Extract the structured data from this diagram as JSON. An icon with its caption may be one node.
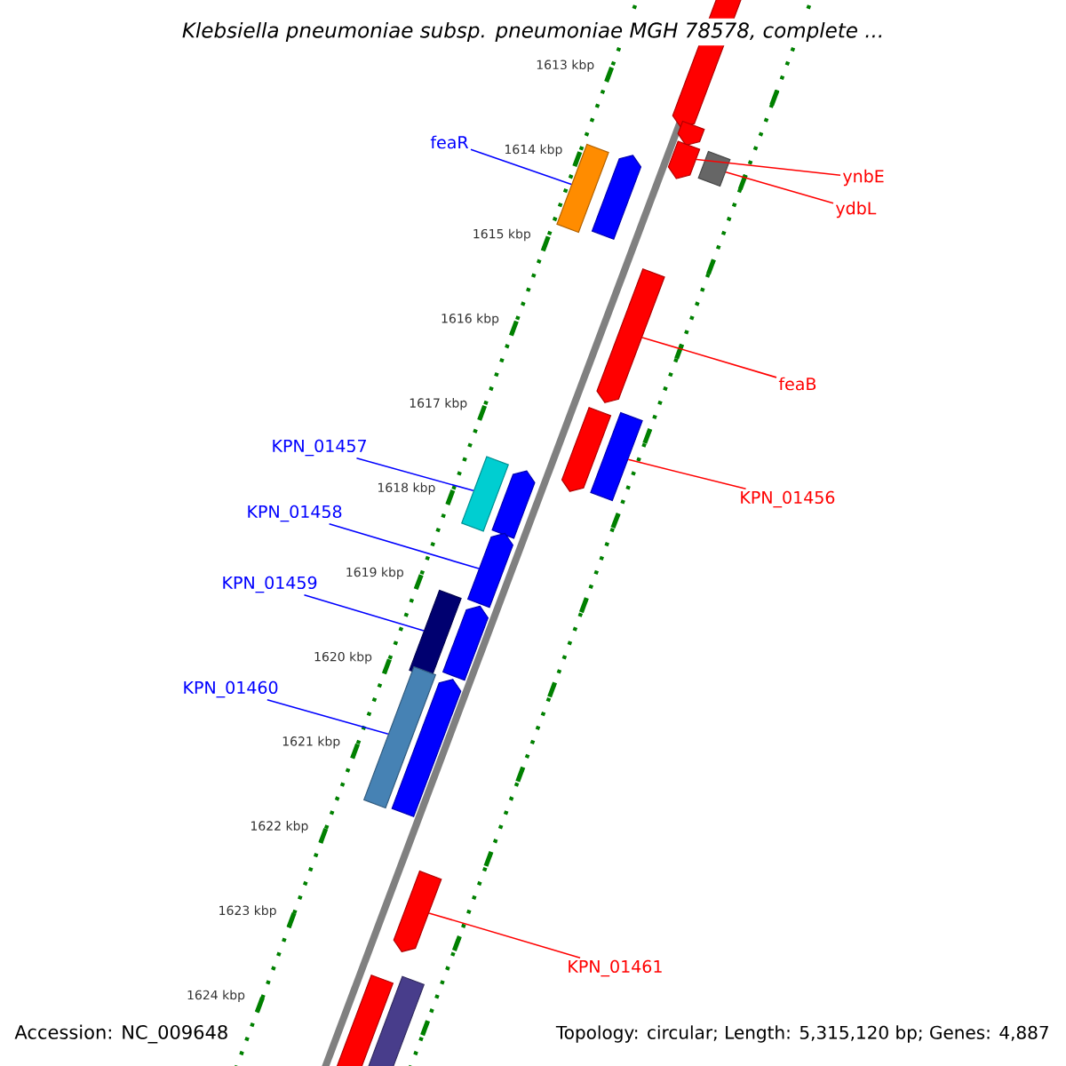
{
  "diagram": {
    "title": "Klebsiella pneumoniae subsp. pneumoniae MGH 78578, complete ...",
    "nodes": [
      {
        "text": [],
        "shape": "bar"
      },
      {
        "text": [],
        "shape": "bar"
      },
      {
        "text": [],
        "shape": "bar"
      },
      {
        "text": [
          "feaR"
        ]
      },
      {
        "text": [],
        "shape": "bar"
      },
      {
        "text": [],
        "shape": "bar"
      },
      {
        "text": [],
        "shape": "bar"
      },
      {
        "text": [
          "ynbE"
        ]
      },
      {
        "text": [
          "ydbL"
        ]
      },
      {
        "text": [],
        "shape": "bar"
      },
      {
        "text": [
          "feaB"
        ]
      },
      {
        "text": [],
        "shape": "bar"
      },
      {
        "text": [],
        "shape": "bar"
      },
      {
        "text": [
          "KPN_01456"
        ]
      },
      {
        "text": [
          "KPN_01457"
        ]
      },
      {
        "text": [],
        "shape": "bar"
      },
      {
        "text": [],
        "shape": "bar"
      },
      {
        "text": [
          "KPN_01458"
        ]
      },
      {
        "text": [],
        "shape": "bar"
      },
      {
        "text": [
          "KPN_01459"
        ]
      },
      {
        "text": [],
        "shape": "bar"
      },
      {
        "text": [],
        "shape": "bar"
      },
      {
        "text": [
          "KPN_01460"
        ]
      },
      {
        "text": [],
        "shape": "bar"
      },
      {
        "text": [],
        "shape": "bar"
      },
      {
        "text": [],
        "shape": "bar"
      },
      {
        "text": [
          "KPN_01461"
        ]
      },
      {
        "text": [],
        "shape": "bar"
      },
      {
        "text": [],
        "shape": "bar"
      }
    ],
    "edges": [
      {
        "from": 3,
        "to": 4,
        "arrow": "none",
        "color": "#0000ff"
      },
      {
        "from": 7,
        "to": 2,
        "arrow": "none",
        "color": "#ff0000"
      },
      {
        "from": 8,
        "to": 6,
        "arrow": "none",
        "color": "#ff0000"
      },
      {
        "from": 10,
        "to": 9,
        "arrow": "none",
        "color": "#ff0000"
      },
      {
        "from": 13,
        "to": 12,
        "arrow": "none",
        "color": "#ff0000"
      },
      {
        "from": 14,
        "to": 15,
        "arrow": "none",
        "color": "#0000ff"
      },
      {
        "from": 17,
        "to": 18,
        "arrow": "none",
        "color": "#0000ff"
      },
      {
        "from": 19,
        "to": 20,
        "arrow": "none",
        "color": "#0000ff"
      },
      {
        "from": 22,
        "to": 23,
        "arrow": "none",
        "color": "#0000ff"
      },
      {
        "from": 26,
        "to": 25,
        "arrow": "none",
        "color": "#ff0000"
      }
    ],
    "labels": [
      "1613 kbp",
      "1614 kbp",
      "1615 kbp",
      "1616 kbp",
      "1617 kbp",
      "1618 kbp",
      "1619 kbp",
      "1620 kbp",
      "1621 kbp",
      "1622 kbp",
      "1623 kbp",
      "1624 kbp",
      "Accession: NC_009648",
      "Topology: circular; Length: 5,315,120 bp; Genes: 4,887"
    ]
  }
}
